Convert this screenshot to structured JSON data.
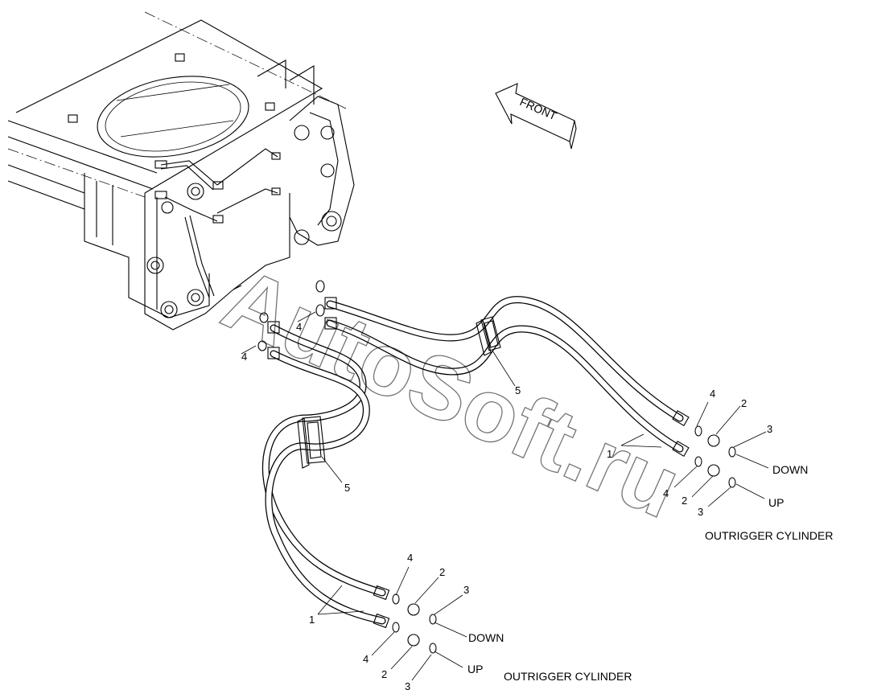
{
  "watermark": "AutoSoft.ru",
  "front_arrow": {
    "label": "FRONT"
  },
  "upper_group": {
    "title": "OUTRIGGER CYLINDER",
    "down_label": "DOWN",
    "up_label": "UP",
    "callouts": [
      "1",
      "2",
      "3",
      "4",
      "5",
      "2",
      "3",
      "4"
    ]
  },
  "lower_group": {
    "title": "OUTRIGGER CYLINDER",
    "down_label": "DOWN",
    "up_label": "UP",
    "callouts": [
      "1",
      "2",
      "3",
      "4",
      "5",
      "2",
      "3",
      "4"
    ]
  },
  "frame_callouts": [
    "4",
    "4"
  ]
}
